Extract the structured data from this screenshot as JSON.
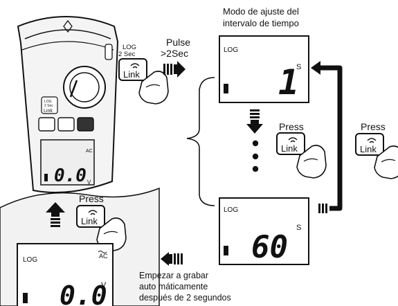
{
  "top_caption": {
    "line1": "Modo de ajuste del",
    "line2": "intervalo de tiempo"
  },
  "hold_instruction": {
    "line1": "Pulse",
    "line2": ">2Sec"
  },
  "link_button": {
    "log_label": "LOG",
    "sec_label": "2 Sec",
    "label": "Link"
  },
  "press_label": "Press",
  "lcd": {
    "log_label": "LOG",
    "interval_value_top": "1",
    "interval_unit": "S",
    "interval_value_bottom": "60",
    "reading_value": "0.0",
    "reading_unit": "V",
    "ac_mark": "AC"
  },
  "bottom_caption": {
    "line1": "Empezar a grabar",
    "line2": "auto máticamente",
    "line3": "después de 2 segundos"
  },
  "colors": {
    "ink": "#111111",
    "meter_body": "#f4f4f4",
    "button_dark": "#333333"
  }
}
